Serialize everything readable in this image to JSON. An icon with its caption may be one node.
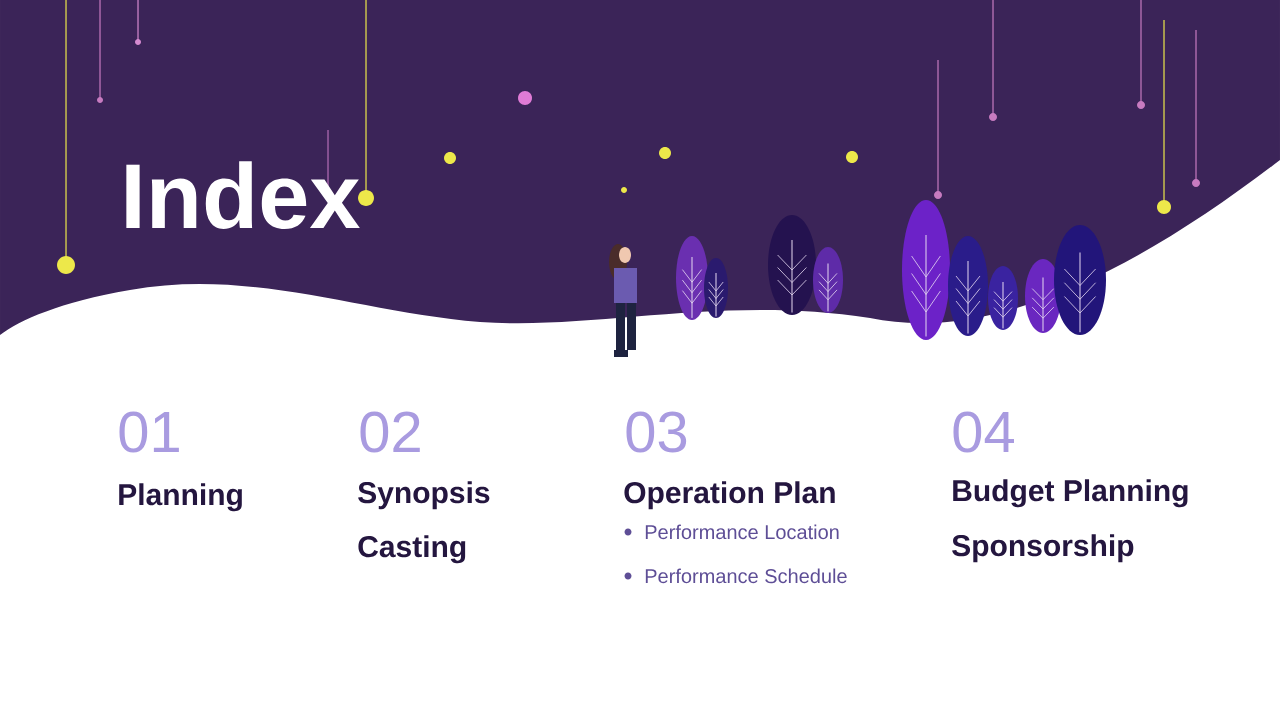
{
  "diagram": {
    "title": "Index",
    "labels": [
      "01",
      "Planning",
      "02",
      "Synopsis",
      "Casting",
      "03",
      "Operation Plan",
      "Performance Location",
      "Performance Schedule",
      "04",
      "Budget Planning",
      "Sponsorship"
    ]
  }
}
